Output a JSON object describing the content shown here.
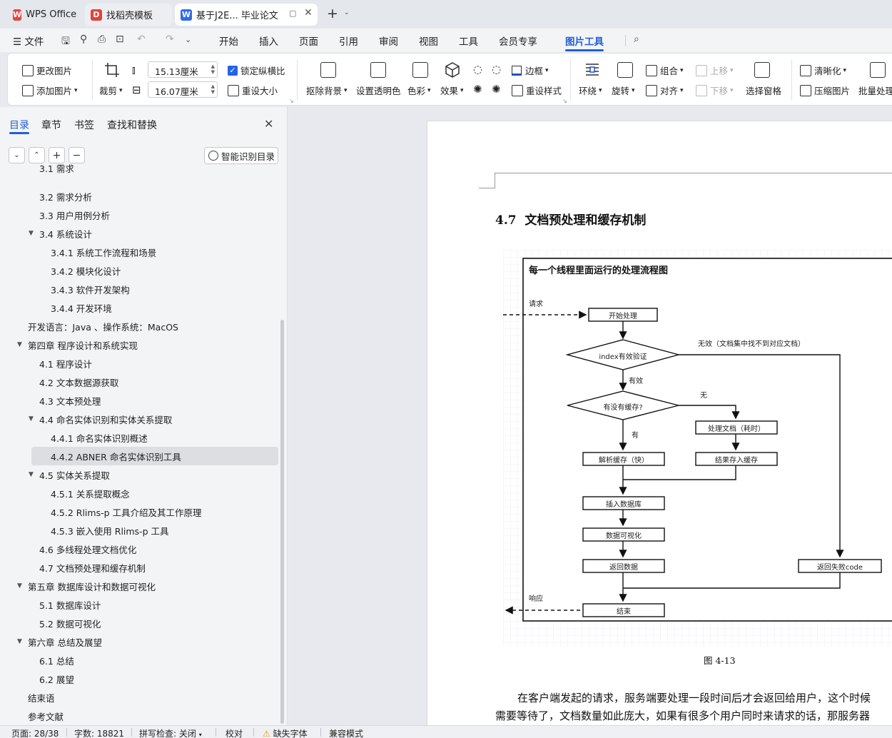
{
  "tabs": [
    {
      "label": "WPS Office"
    },
    {
      "label": "找稻壳模板"
    },
    {
      "label": "基于J2E... 毕业论文"
    }
  ],
  "menu": {
    "file": "文件",
    "items": [
      "开始",
      "插入",
      "页面",
      "引用",
      "审阅",
      "视图",
      "工具",
      "会员专享",
      "图片工具"
    ],
    "active": "图片工具"
  },
  "ribbon": {
    "change_image": "更改图片",
    "add_image": "添加图片",
    "crop": "裁剪",
    "width_value": "15.13厘米",
    "height_value": "16.07厘米",
    "lock_ratio": "锁定纵横比",
    "reset_size": "重设大小",
    "remove_bg": "抠除背景",
    "set_transparent": "设置透明色",
    "color": "色彩",
    "effect": "效果",
    "border": "边框",
    "reset_style": "重设样式",
    "wrap": "环绕",
    "rotate": "旋转",
    "group": "组合",
    "align": "对齐",
    "move_up": "上移",
    "move_down": "下移",
    "select_pane": "选择窗格",
    "sharpen": "清晰化",
    "compress": "压缩图片",
    "batch": "批量处理"
  },
  "sidebar": {
    "tabs": [
      "目录",
      "章节",
      "书签",
      "查找和替换"
    ],
    "active_tab": "目录",
    "smart_toc": "智能识别目录",
    "items": [
      {
        "label": "3.1 需求",
        "level": 2
      },
      {
        "label": "3.2  需求分析",
        "level": 2
      },
      {
        "label": "3.3  用户用例分析",
        "level": 2
      },
      {
        "label": "3.4  系统设计",
        "level": 2,
        "expanded": true
      },
      {
        "label": "3.4.1  系统工作流程和场景",
        "level": 3
      },
      {
        "label": "3.4.2  模块化设计",
        "level": 3
      },
      {
        "label": "3.4.3  软件开发架构",
        "level": 3
      },
      {
        "label": "3.4.4  开发环境",
        "level": 3
      },
      {
        "label": "开发语言：Java 、操作系统：MacOS",
        "level": 1
      },
      {
        "label": "第四章  程序设计和系统实现",
        "level": 1,
        "expanded": true
      },
      {
        "label": "4.1  程序设计",
        "level": 2
      },
      {
        "label": "4.2  文本数据源获取",
        "level": 2
      },
      {
        "label": "4.3  文本预处理",
        "level": 2
      },
      {
        "label": "4.4  命名实体识别和实体关系提取",
        "level": 2,
        "expanded": true
      },
      {
        "label": "4.4.1 命名实体识别概述",
        "level": 3
      },
      {
        "label": "4.4.2 ABNER 命名实体识别工具",
        "level": 3,
        "selected": true
      },
      {
        "label": "4.5  实体关系提取",
        "level": 2,
        "expanded": true
      },
      {
        "label": "4.5.1  关系提取概念",
        "level": 3
      },
      {
        "label": "4.5.2 Rlims-p 工具介绍及其工作原理",
        "level": 3
      },
      {
        "label": "4.5.3  嵌入使用 Rlims-p 工具",
        "level": 3
      },
      {
        "label": "4.6  多线程处理文档优化",
        "level": 2
      },
      {
        "label": "4.7  文档预处理和缓存机制",
        "level": 2
      },
      {
        "label": "第五章  数据库设计和数据可视化",
        "level": 1,
        "expanded": true
      },
      {
        "label": "5.1 数据库设计",
        "level": 2
      },
      {
        "label": "5.2  数据可视化",
        "level": 2
      },
      {
        "label": "第六章  总结及展望",
        "level": 1,
        "expanded": true
      },
      {
        "label": "6.1  总结",
        "level": 2
      },
      {
        "label": "6.2  展望",
        "level": 2
      },
      {
        "label": "结束语",
        "level": 1
      },
      {
        "label": "参考文献",
        "level": 1
      }
    ]
  },
  "document": {
    "heading_num": "4.7",
    "heading_text": "文档预处理和缓存机制",
    "flow": {
      "title": "每一个线程里面运行的处理流程图",
      "request": "请求",
      "start": "开始处理",
      "index_check": "index有效验证",
      "invalid": "无效（文档集中找不到对应文档）",
      "valid": "有效",
      "cache_check": "有没有缓存?",
      "none": "无",
      "process": "处理文档（耗时）",
      "has": "有",
      "parse_cache": "解析缓存（快）",
      "store_cache": "结果存入缓存",
      "insert_db": "插入数据库",
      "visualize": "数据可视化",
      "return_data": "返回数据",
      "return_fail": "返回失败code",
      "response": "响应",
      "end": "结束"
    },
    "caption": "图 4-13",
    "para_line1": "在客户端发起的请求，服务端要处理一段时间后才会返回给用户，这个时候",
    "para_line2": "需要等待了，文档数量如此庞大，如果有很多个用户同时来请求的话，那服务器"
  },
  "status": {
    "page": "页面: 28/38",
    "words": "字数: 18821",
    "spell": "拼写检查: 关闭",
    "proof": "校对",
    "missing_font": "缺失字体",
    "compat": "兼容模式"
  }
}
